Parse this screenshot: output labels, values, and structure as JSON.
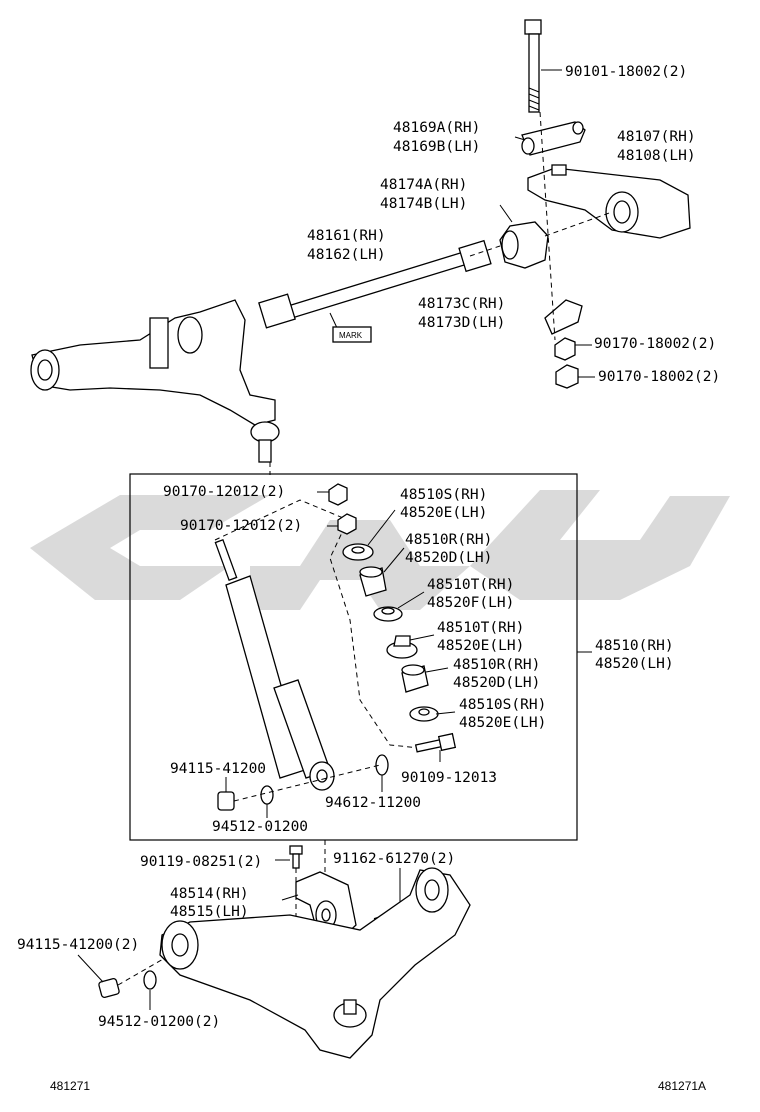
{
  "labels": {
    "bolt_top": "90101-18002(2)",
    "l48169a": "48169A(RH)",
    "l48169b": "48169B(LH)",
    "l48107": "48107(RH)",
    "l48108": "48108(LH)",
    "l48174a": "48174A(RH)",
    "l48174b": "48174B(LH)",
    "l48161": "48161(RH)",
    "l48162": "48162(LH)",
    "l48173c": "48173C(RH)",
    "l48173d": "48173D(LH)",
    "nut1": "90170-18002(2)",
    "nut2": "90170-18002(2)",
    "mark": "MARK",
    "s_nut1": "90170-12012(2)",
    "s_nut2": "90170-12012(2)",
    "k1a": "48510S(RH)",
    "k1b": "48520E(LH)",
    "k2a": "48510R(RH)",
    "k2b": "48520D(LH)",
    "k3a": "48510T(RH)",
    "k3b": "48520F(LH)",
    "k4a": "48510T(RH)",
    "k4b": "48520E(LH)",
    "k5a": "48510R(RH)",
    "k5b": "48520D(LH)",
    "k6a": "48510S(RH)",
    "k6b": "48520E(LH)",
    "shock_rh": "48510(RH)",
    "shock_lh": "48520(LH)",
    "bolt_shock": "90109-12013",
    "bush1": "94115-41200",
    "washer_shock": "94612-11200",
    "washer1": "94512-01200",
    "bolt_bracket": "90119-08251(2)",
    "bolt_arm": "91162-61270(2)",
    "bracket_rh": "48514(RH)",
    "bracket_lh": "48515(LH)",
    "bush2": "94115-41200(2)",
    "washer2": "94512-01200(2)",
    "fig_left": "481271",
    "fig_right": "481271A"
  }
}
